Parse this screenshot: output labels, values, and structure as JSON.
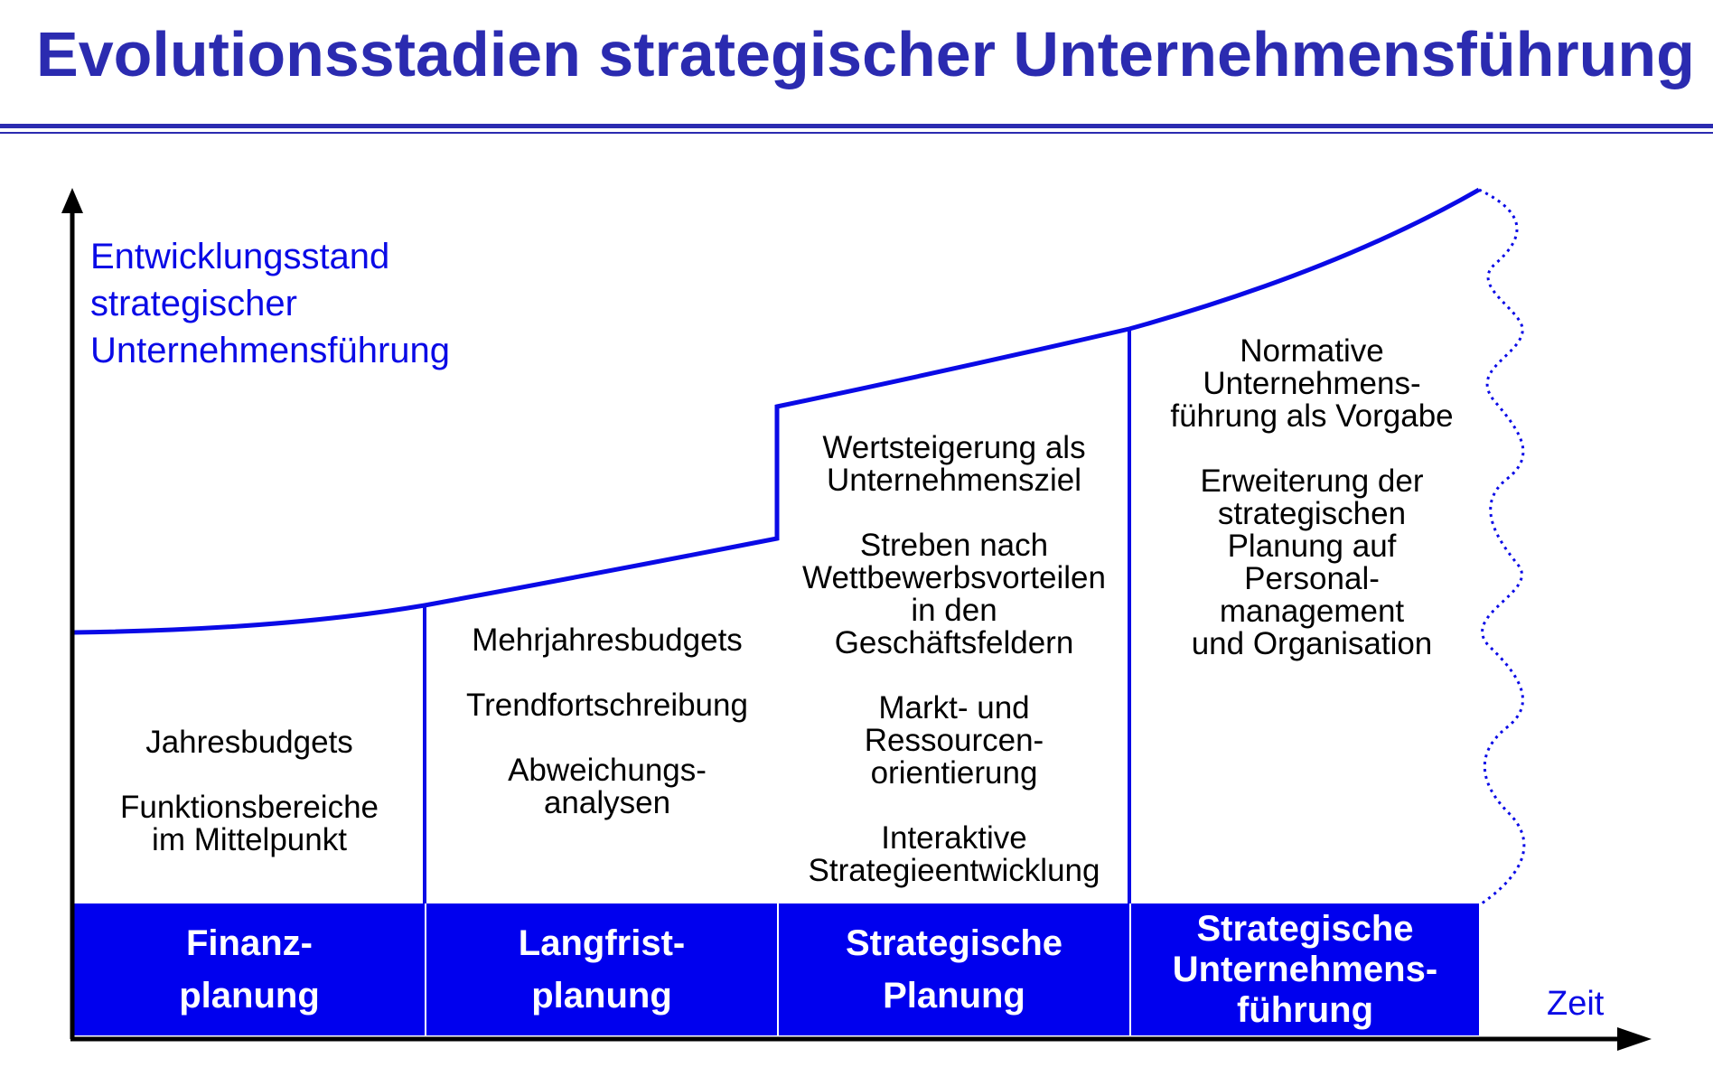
{
  "title": "Evolutionsstadien strategischer Unternehmensführung",
  "y_axis_label": [
    "Entwicklungsstand",
    "strategischer",
    "Unternehmensführung"
  ],
  "x_axis_label": "Zeit",
  "colors": {
    "title": "#2b2bb0",
    "accent": "#0a0ae6",
    "phase_fill": "#0000ee"
  },
  "columns": [
    {
      "items": [
        [
          "Jahresbudgets"
        ],
        [
          "Funktionsbereiche",
          "im Mittelpunkt"
        ]
      ]
    },
    {
      "items": [
        [
          "Mehrjahresbudgets"
        ],
        [
          "Trendfortschreibung"
        ],
        [
          "Abweichungs-",
          "analysen"
        ]
      ]
    },
    {
      "items": [
        [
          "Wertsteigerung als",
          "Unternehmensziel"
        ],
        [
          "Streben nach",
          "Wettbewerbsvorteilen",
          "in den",
          "Geschäftsfeldern"
        ],
        [
          "Markt- und",
          "Ressourcen-",
          "orientierung"
        ],
        [
          "Interaktive",
          "Strategieentwicklung"
        ]
      ]
    },
    {
      "items": [
        [
          "Normative",
          "Unternehmens-",
          "führung als Vorgabe"
        ],
        [
          "Erweiterung der",
          "strategischen",
          "Planung auf",
          "Personal-",
          "management",
          "und Organisation"
        ]
      ]
    }
  ],
  "phases": [
    [
      "Finanz-",
      "planung"
    ],
    [
      "Langfrist-",
      "planung"
    ],
    [
      "Strategische",
      "Planung"
    ],
    [
      "Strategische",
      "Unternehmens-",
      "führung"
    ]
  ]
}
